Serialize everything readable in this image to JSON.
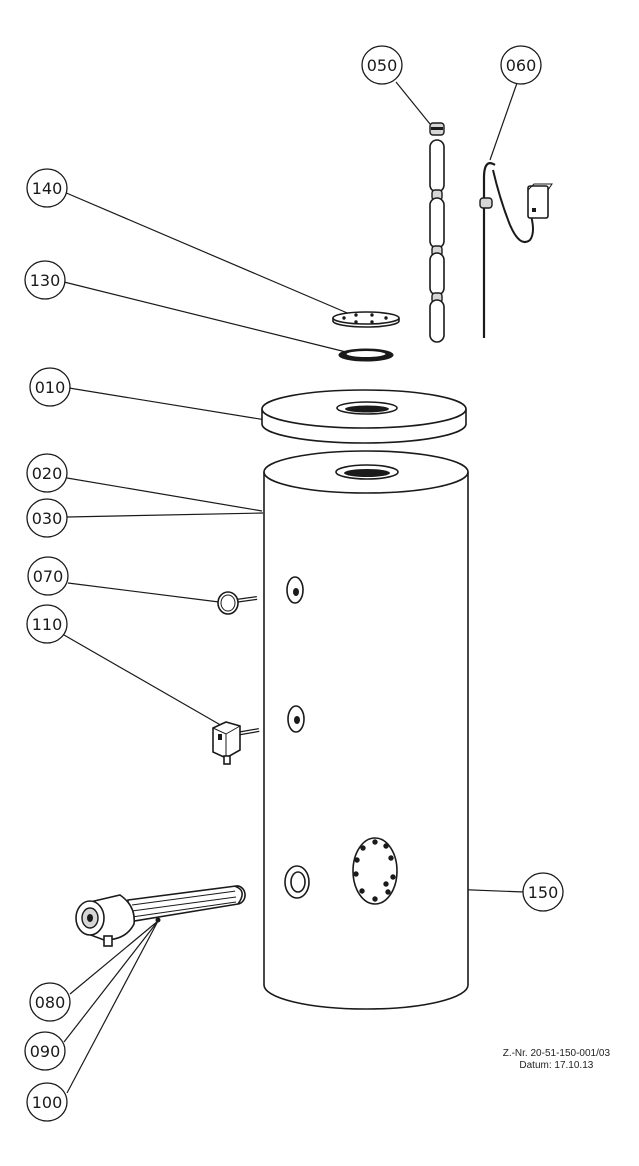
{
  "callouts": [
    {
      "id": "050",
      "label": "050"
    },
    {
      "id": "060",
      "label": "060"
    },
    {
      "id": "140",
      "label": "140"
    },
    {
      "id": "130",
      "label": "130"
    },
    {
      "id": "010",
      "label": "010"
    },
    {
      "id": "020",
      "label": "020"
    },
    {
      "id": "030",
      "label": "030"
    },
    {
      "id": "070",
      "label": "070"
    },
    {
      "id": "110",
      "label": "110"
    },
    {
      "id": "150",
      "label": "150"
    },
    {
      "id": "080",
      "label": "080"
    },
    {
      "id": "090",
      "label": "090"
    },
    {
      "id": "100",
      "label": "100"
    }
  ],
  "drawing_info": {
    "number": "Z.-Nr. 20-51-150-001/03",
    "date": "Datum: 17.10.13"
  },
  "colors": {
    "line": "#1a1a1a",
    "background": "#ffffff",
    "fill_grey": "#d6d6d6"
  }
}
